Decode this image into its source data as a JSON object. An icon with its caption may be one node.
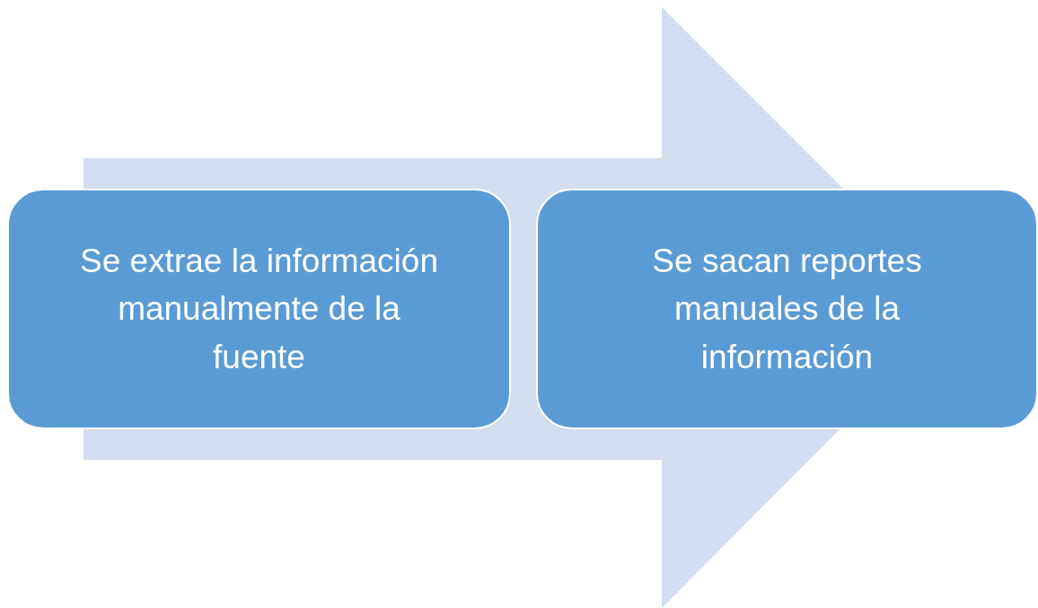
{
  "diagram": {
    "nodes": [
      {
        "text": [
          "Se extrae la información manualmente de la fuente"
        ]
      },
      {
        "text": [
          "Se sacan reportes manuales de la información"
        ]
      }
    ],
    "edges": [
      {
        "from": 0,
        "to": 1,
        "arrow": "to"
      }
    ]
  }
}
